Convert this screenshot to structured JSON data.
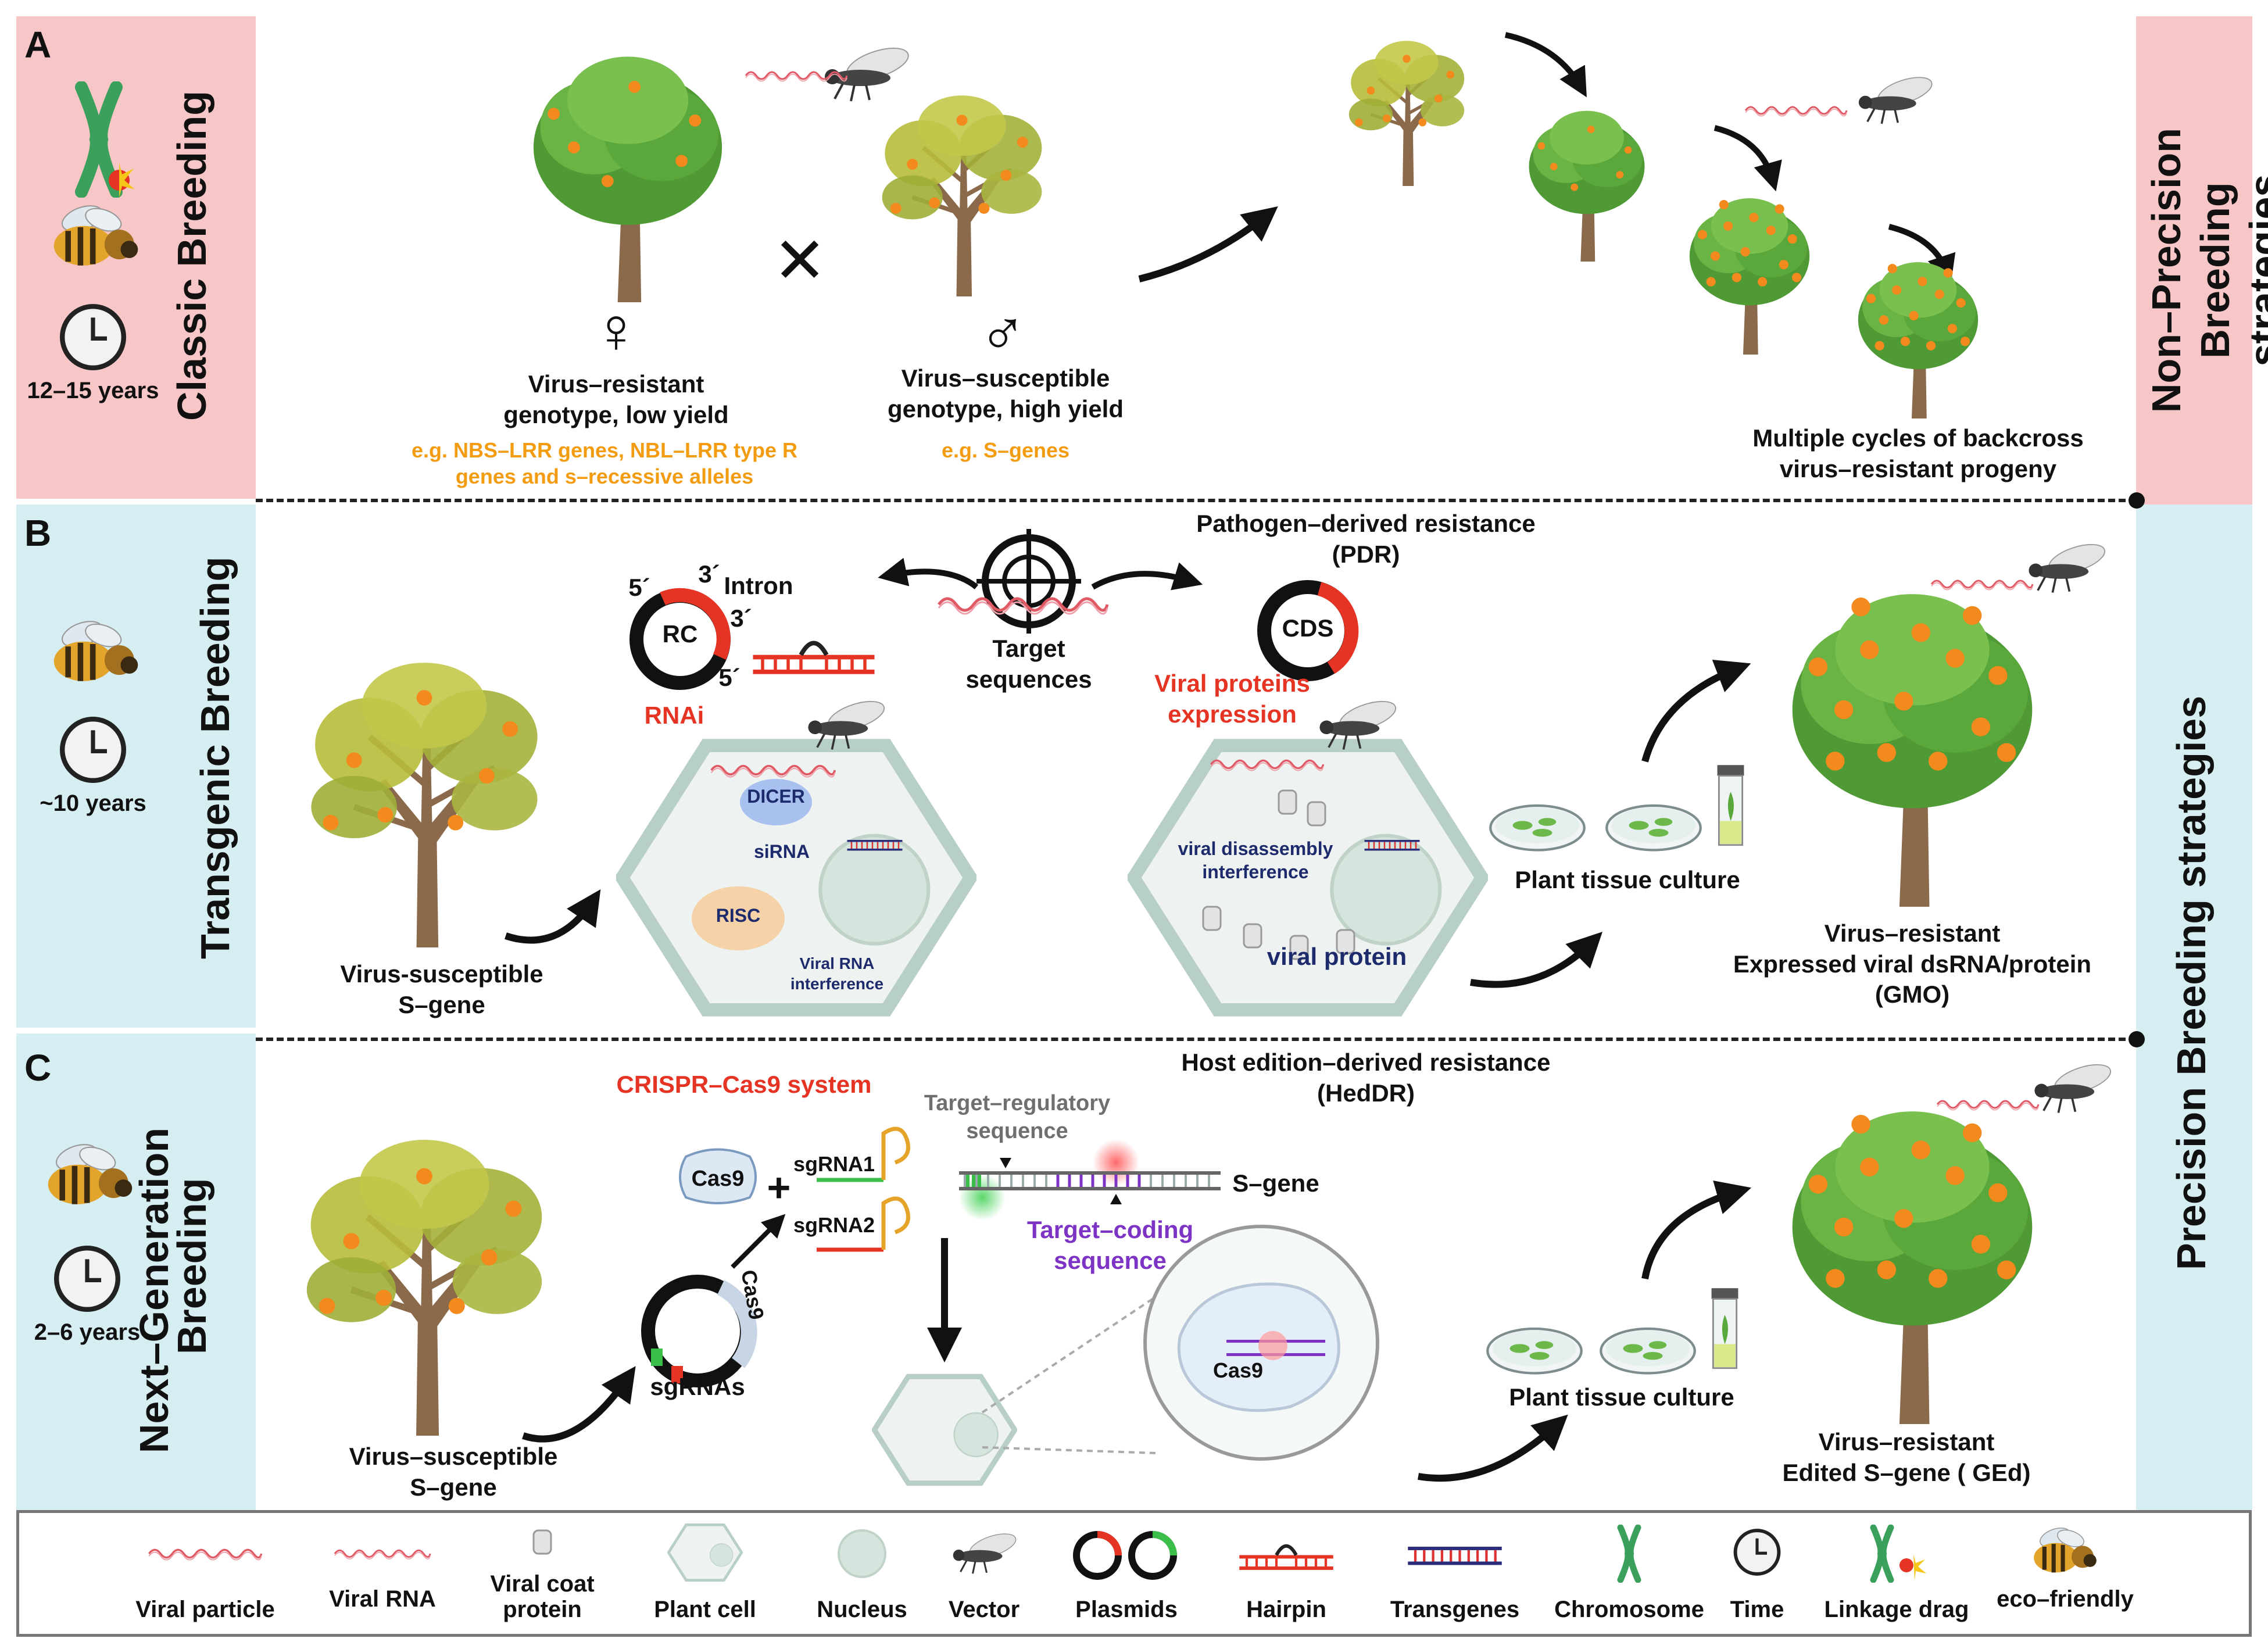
{
  "panels": {
    "A": {
      "letter": "A",
      "title": "Classic Breeding",
      "years": "12–15 years",
      "female_symbol": "♀",
      "male_symbol": "♂",
      "cross_symbol": "✕",
      "parent1": "Virus–resistant\ngenotype, low yield",
      "parent1_note": "e.g. NBS–LRR genes, NBL–LRR type R\ngenes and s–recessive alleles",
      "parent2": "Virus–susceptible\ngenotype, high yield",
      "parent2_note": "e.g. S–genes",
      "progeny": "Multiple cycles of backcross\nvirus–resistant progeny"
    },
    "B": {
      "letter": "B",
      "title": "Transgenic Breeding",
      "years": "~10 years",
      "plant": "Virus-susceptible\nS–gene",
      "pdr": "Pathogen–derived resistance\n(PDR)",
      "target": "Target\nsequences",
      "rc": "RC",
      "five_prime_a": "5´",
      "three_prime_a": "3´",
      "intron": "Intron",
      "three_prime_b": "3´",
      "five_prime_b": "5´",
      "cds": "CDS",
      "rnai": "RNAi",
      "viral_proteins": "Viral proteins\nexpression",
      "dicer": "DICER",
      "sirna": "siRNA",
      "risc": "RISC",
      "viral_rna_interference": "Viral RNA\ninterference",
      "viral_disassembly": "viral disassembly\ninterference",
      "viral_protein": "viral protein",
      "tissue_culture": "Plant tissue culture",
      "result": "Virus–resistant\nExpressed viral dsRNA/protein\n(GMO)"
    },
    "C": {
      "letter": "C",
      "title_line1": "Next–Generation",
      "title_line2": "Breeding",
      "years": "2–6 years",
      "plant": "Virus–susceptible\nS–gene",
      "crispr": "CRISPR–Cas9 system",
      "hedr": "Host edition–derived resistance\n(HedDR)",
      "cas9": "Cas9",
      "plus": "+",
      "sgrna1": "sgRNA1",
      "sgrna2": "sgRNA2",
      "target_regulatory": "Target–regulatory\nsequence",
      "target_coding": "Target–coding\nsequence",
      "sgene": "S–gene",
      "plasmid_cas9": "Cas9",
      "sgrnas": "sgRNAs",
      "nucleus_cas9": "Cas9",
      "tissue_culture": "Plant tissue culture",
      "result": "Virus–resistant\nEdited S–gene ( GEd)"
    }
  },
  "right_labels": {
    "non_precision": "Non–Precision\nBreeding strategies",
    "precision": "Precision   Breeding strategies"
  },
  "legend": [
    {
      "id": "viral-particle",
      "label": "Viral particle"
    },
    {
      "id": "viral-rna",
      "label": "Viral RNA"
    },
    {
      "id": "viral-coat-protein",
      "label": "Viral coat\nprotein"
    },
    {
      "id": "plant-cell",
      "label": "Plant cell"
    },
    {
      "id": "nucleus",
      "label": "Nucleus"
    },
    {
      "id": "vector",
      "label": "Vector"
    },
    {
      "id": "plasmids",
      "label": "Plasmids"
    },
    {
      "id": "hairpin",
      "label": "Hairpin"
    },
    {
      "id": "transgenes",
      "label": "Transgenes"
    },
    {
      "id": "chromosome",
      "label": "Chromosome"
    },
    {
      "id": "time",
      "label": "Time"
    },
    {
      "id": "linkage-drag",
      "label": "Linkage drag"
    },
    {
      "id": "eco-friendly",
      "label": "eco–friendly"
    }
  ],
  "colors": {
    "panel_a_side": "#f7c6c6",
    "panel_bc_side": "#d6eef2",
    "accent_red": "#e53423",
    "note_orange": "#f39c12",
    "coding_purple": "#7d33c4",
    "tree_green": "#5ea83a",
    "fruit_orange": "#f28a1d"
  }
}
